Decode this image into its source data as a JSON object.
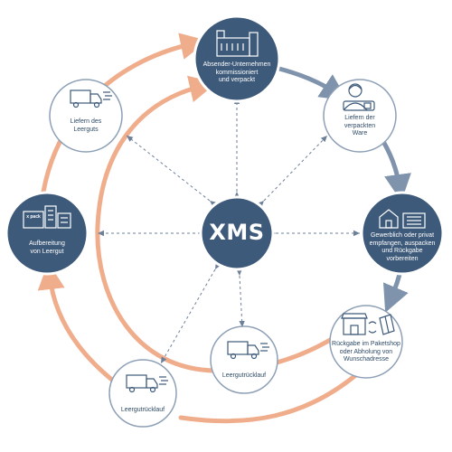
{
  "colors": {
    "navy": "#3e5a7a",
    "navy_dark": "#2f4a66",
    "arrow_grey": "#7f93ad",
    "salmon": "#f0ad8c",
    "outline": "#8ea0b6",
    "dashed": "#6d8099"
  },
  "center": {
    "label": "XMS"
  },
  "nodes": {
    "sender": {
      "label": "Absender-Unternehmen\nkommissioniert\nund verpackt",
      "icon": "factory-icon"
    },
    "deliver_goods": {
      "label": "Liefern  der\nverpackten\nWare",
      "icon": "delivery-person-icon"
    },
    "receive": {
      "label": "Gewerblich oder privat\nempfangen, auspacken\nund Rückgabe\nvorbereiten",
      "icon": "house-warehouse-icon"
    },
    "return_shop": {
      "label": "Rückgabe im Paketshop\noder Abholung von\nWunschadresse",
      "icon": "parcel-shop-icon"
    },
    "return_run_inner": {
      "label": "Leergutrücklauf",
      "icon": "truck-icon"
    },
    "return_run_outer": {
      "label": "Leergutrücklauf",
      "icon": "truck-icon"
    },
    "refurbish": {
      "label": "Aufbereitung\nvon Leergut",
      "icon": "recycling-facility-icon",
      "logo_text": "x pack"
    },
    "deliver_empties": {
      "label": "Liefern des\nLeerguts",
      "icon": "truck-icon"
    }
  }
}
